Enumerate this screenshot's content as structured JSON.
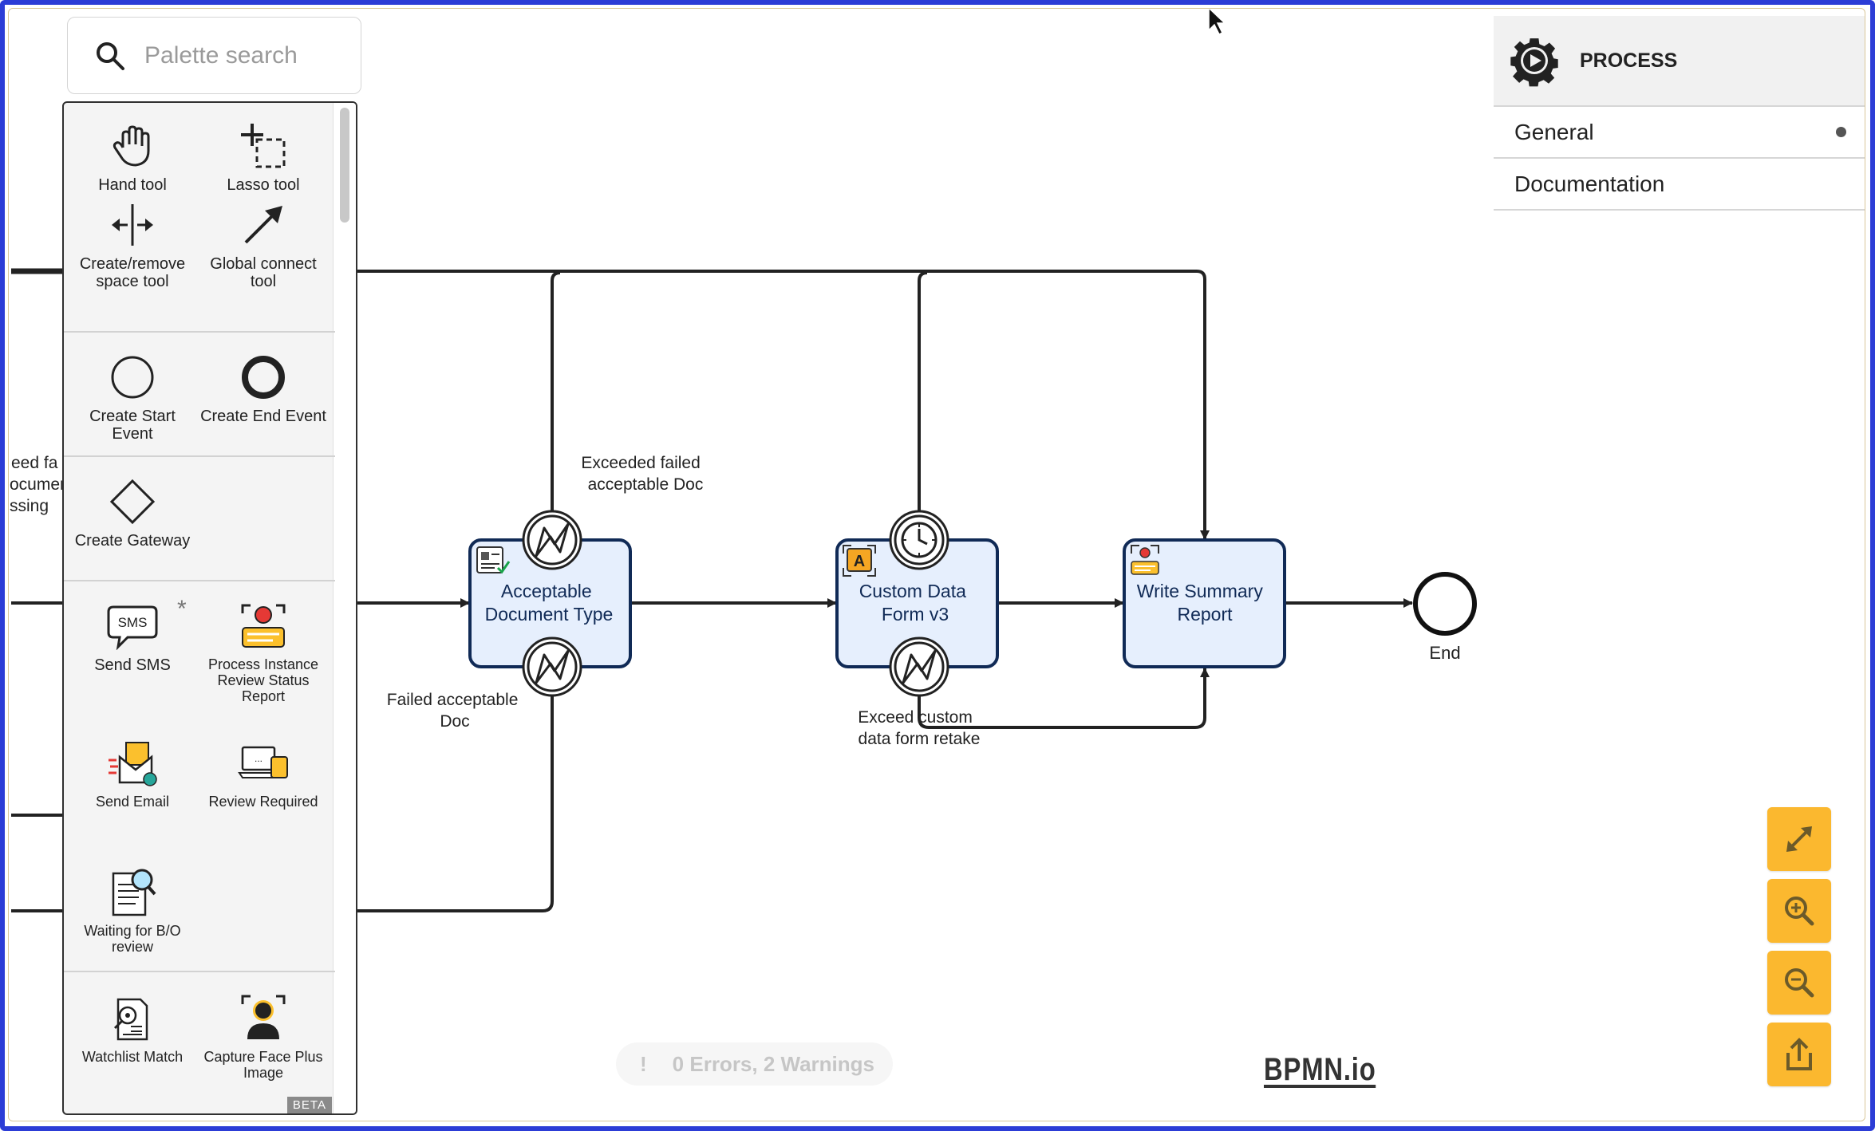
{
  "palette_search": {
    "placeholder": "Palette search"
  },
  "palette": {
    "items": [
      {
        "label": "Hand tool",
        "icon": "hand-icon"
      },
      {
        "label": "Lasso tool",
        "icon": "lasso-icon"
      },
      {
        "label": "Create/remove space tool",
        "icon": "space-tool-icon"
      },
      {
        "label": "Global connect tool",
        "icon": "connect-arrow-icon"
      },
      {
        "label": "Create Start Event",
        "icon": "start-event-icon"
      },
      {
        "label": "Create End Event",
        "icon": "end-event-icon"
      },
      {
        "label": "Create Gateway",
        "icon": "gateway-icon"
      },
      {
        "label": "Send SMS",
        "icon": "sms-icon",
        "badge": "*"
      },
      {
        "label": "Process Instance Review Status Report",
        "icon": "face-scan-report-icon"
      },
      {
        "label": "Send Email",
        "icon": "email-icon"
      },
      {
        "label": "Review Required",
        "icon": "review-laptop-icon"
      },
      {
        "label": "Waiting for B/O review",
        "icon": "document-magnifier-icon"
      },
      {
        "label": "Watchlist Match",
        "icon": "watchlist-icon"
      },
      {
        "label": "Capture Face Plus Image",
        "icon": "capture-face-icon"
      }
    ],
    "beta_label": "BETA"
  },
  "properties_panel": {
    "title": "PROCESS",
    "sections": [
      {
        "label": "General",
        "has_dot": true
      },
      {
        "label": "Documentation",
        "has_dot": false
      }
    ]
  },
  "diagram": {
    "tasks": [
      {
        "id": "acceptable",
        "label_lines": [
          "Acceptable",
          "Document Type"
        ]
      },
      {
        "id": "custom",
        "label_lines": [
          "Custom Data",
          "Form v3"
        ]
      },
      {
        "id": "summary",
        "label_lines": [
          "Write Summary",
          "Report"
        ]
      }
    ],
    "end_event_label": "End",
    "flow_labels": {
      "exceeded_failed": [
        "Exceeded failed",
        "acceptable Doc"
      ],
      "failed_acceptable": [
        "Failed acceptable",
        "Doc"
      ],
      "exceed_custom": [
        "Exceed custom",
        "data form retake"
      ],
      "cut_off": [
        "eed fa",
        "ocumen",
        "ssing"
      ]
    }
  },
  "status_bar": {
    "icon": "!",
    "text": "0 Errors, 2 Warnings"
  },
  "watermark": "BPMN.io",
  "controls": [
    {
      "name": "fit-view-button",
      "icon": "expand-arrows-icon"
    },
    {
      "name": "zoom-in-button",
      "icon": "zoom-in-icon"
    },
    {
      "name": "zoom-out-button",
      "icon": "zoom-out-icon"
    },
    {
      "name": "export-button",
      "icon": "share-icon"
    }
  ],
  "colors": {
    "frame": "#2c3dd6",
    "task_fill": "#e6effd",
    "task_stroke": "#102a56",
    "control_buttons": "#fbb82f",
    "icon_orange": "#f5a623"
  }
}
